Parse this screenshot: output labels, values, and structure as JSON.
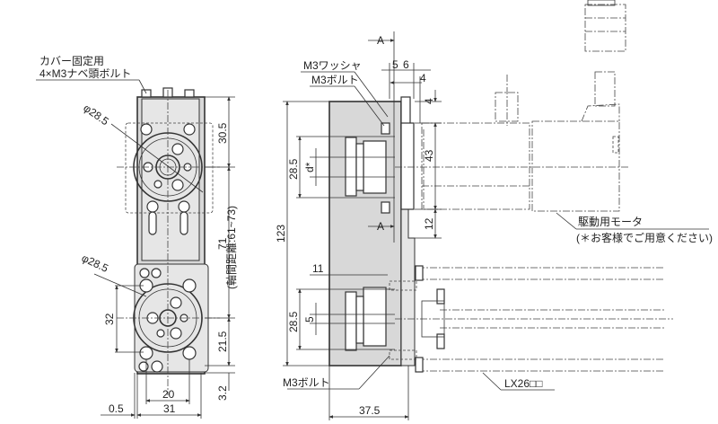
{
  "left_view": {
    "cover_note_line1": "カバー固定用",
    "cover_note_line2": "4×M3ナベ頭ボルト",
    "dia_top": "φ28.5",
    "dia_bottom": "φ28.5",
    "dim_30_5": "30.5",
    "dim_71": "71",
    "axis_distance": "(軸間距離:61~73)",
    "dim_32": "32",
    "dim_21_5": "21.5",
    "dim_3_2": "3.2",
    "dim_20": "20",
    "dim_31": "31",
    "dim_0_5": "0.5"
  },
  "right_view": {
    "section_a_top": "A",
    "section_a_bottom": "A",
    "m3_washer": "M3ワッシャ",
    "m3_bolt_top": "M3ボルト",
    "m3_bolt_bottom": "M3ボルト",
    "dim_5": "5",
    "dim_6": "6",
    "dim_4_top": "4",
    "dim_4_side": "4",
    "dim_43": "43",
    "dim_12": "12",
    "dim_123": "123",
    "dim_28_5_top": "28.5",
    "dim_d": "d*",
    "dim_11": "11",
    "dim_28_5_bottom": "28.5",
    "dim_5_bottom": "5",
    "dim_37_5": "37.5",
    "motor_label": "駆動用モータ",
    "motor_note": "(＊お客様でご用意ください)",
    "rail_label": "LX26□□"
  }
}
